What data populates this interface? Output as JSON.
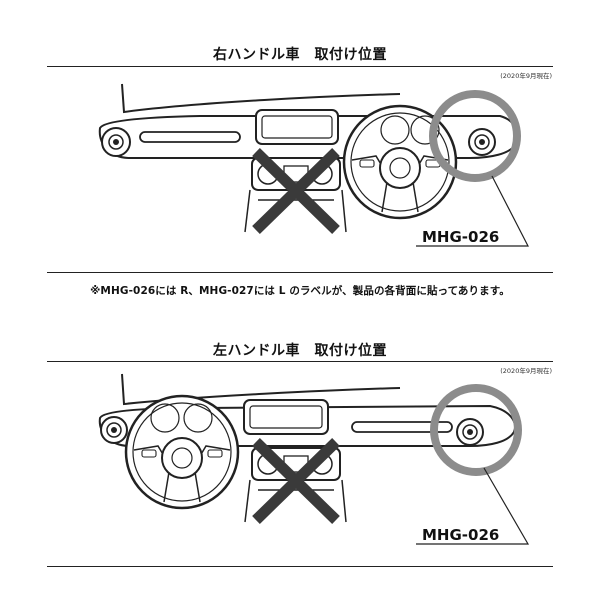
{
  "top": {
    "title": "右ハンドル車　取付け位置",
    "date": "(2020年9月現在)",
    "model_label": "MHG-026"
  },
  "note": {
    "prefix": "※MHG-026には ",
    "r_letter": "R",
    "middle": "、MHG-027には ",
    "l_letter": "L",
    "suffix": " のラベルが、製品の各背面に貼ってあります。"
  },
  "bottom": {
    "title": "左ハンドル車　取付け位置",
    "date": "(2020年9月現在)",
    "model_label": "MHG-026"
  },
  "colors": {
    "circle": "#8c8c8c",
    "cross": "#3a3a3a",
    "line": "#222222"
  }
}
